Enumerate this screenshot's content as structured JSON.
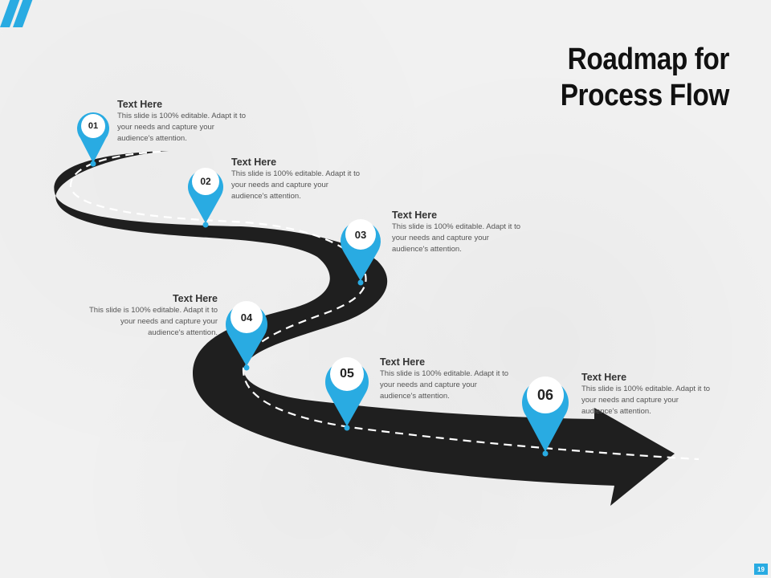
{
  "slide": {
    "title_line1": "Roadmap for",
    "title_line2": "Process Flow",
    "page_number": "19",
    "accent_color": "#29abe2"
  },
  "steps": [
    {
      "number": "01",
      "heading": "Text Here",
      "body": "This slide is 100% editable. Adapt it to your needs and capture your audience's attention."
    },
    {
      "number": "02",
      "heading": "Text Here",
      "body": "This slide is 100% editable. Adapt it to your needs and capture your audience's attention."
    },
    {
      "number": "03",
      "heading": "Text Here",
      "body": "This slide is 100% editable. Adapt it to your needs and capture your audience's attention."
    },
    {
      "number": "04",
      "heading": "Text Here",
      "body": "This slide is 100% editable. Adapt it to your needs and capture your audience's attention."
    },
    {
      "number": "05",
      "heading": "Text Here",
      "body": "This slide is 100% editable. Adapt it to your needs and capture your audience's attention."
    },
    {
      "number": "06",
      "heading": "Text Here",
      "body": "This slide is 100% editable. Adapt it to your needs and capture your audience's attention."
    }
  ]
}
